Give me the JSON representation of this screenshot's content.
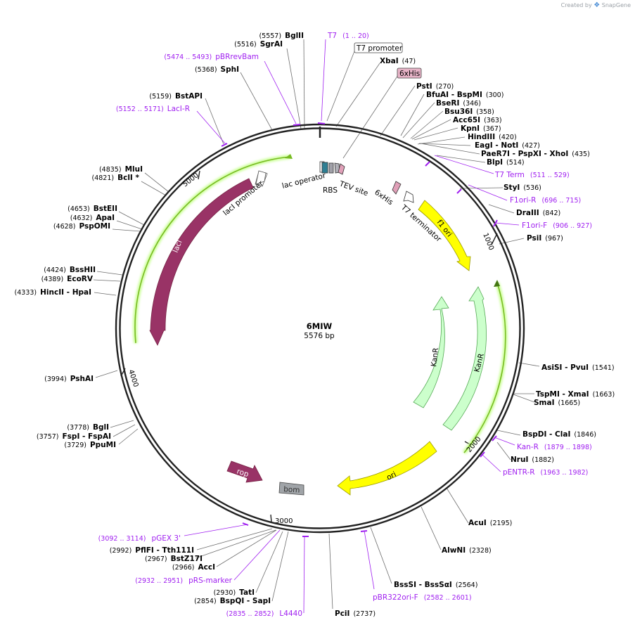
{
  "brand": {
    "text": "Created by",
    "logo": "SnapGene",
    "logo_icon": "snapgene-logo-icon"
  },
  "plasmid": {
    "name": "6MIW",
    "size_label": "5576 bp"
  },
  "ticks": [
    {
      "label": "1000"
    },
    {
      "label": "2000"
    },
    {
      "label": "3000"
    },
    {
      "label": "4000"
    },
    {
      "label": "5000"
    }
  ],
  "sites": [
    {
      "pos": "(5557)",
      "name": "BglII"
    },
    {
      "pos": "(5516)",
      "name": "SgrAI"
    },
    {
      "pos": "(5368)",
      "name": "SphI"
    },
    {
      "pos": "(5159)",
      "name": "BstAPI"
    },
    {
      "pos": "(4835)",
      "name": "MluI"
    },
    {
      "pos": "(4821)",
      "name": "BclI *"
    },
    {
      "pos": "(4653)",
      "name": "BstEII"
    },
    {
      "pos": "(4632)",
      "name": "ApaI"
    },
    {
      "pos": "(4628)",
      "name": "PspOMI"
    },
    {
      "pos": "(4424)",
      "name": "BssHII"
    },
    {
      "pos": "(4389)",
      "name": "EcoRV"
    },
    {
      "pos": "(4333)",
      "name": "HincII  - HpaI"
    },
    {
      "pos": "(3994)",
      "name": "PshAI"
    },
    {
      "pos": "(3778)",
      "name": "BglI"
    },
    {
      "pos": "(3757)",
      "name": "FspI  - FspAI"
    },
    {
      "pos": "(3729)",
      "name": "PpuMI"
    },
    {
      "pos": "(2992)",
      "name": "PflFI  - Tth111I"
    },
    {
      "pos": "(2967)",
      "name": "BstZ17I"
    },
    {
      "pos": "(2966)",
      "name": "AccI"
    },
    {
      "pos": "(2930)",
      "name": "TatI"
    },
    {
      "pos": "(2854)",
      "name": "BspQI  - SapI"
    },
    {
      "pos": "(2737)",
      "name": "PciI"
    },
    {
      "pos": "(2564)",
      "name": "BssSI  - BssSαI"
    },
    {
      "pos": "(2328)",
      "name": "AlwNI"
    },
    {
      "pos": "(2195)",
      "name": "AcuI"
    },
    {
      "pos": "(1882)",
      "name": "NruI"
    },
    {
      "pos": "(1846)",
      "name": "BspDI  - ClaI"
    },
    {
      "pos": "(1665)",
      "name": "SmaI"
    },
    {
      "pos": "(1663)",
      "name": "TspMI  - XmaI"
    },
    {
      "pos": "(1541)",
      "name": "AsiSI  - PvuI"
    },
    {
      "pos": "(967)",
      "name": "PsiI"
    },
    {
      "pos": "(842)",
      "name": "DraIII"
    },
    {
      "pos": "(536)",
      "name": "StyI"
    },
    {
      "pos": "(514)",
      "name": "BlpI"
    },
    {
      "pos": "(435)",
      "name": "PaeR7I  - PspXI  - XhoI"
    },
    {
      "pos": "(427)",
      "name": "EagI  - NotI"
    },
    {
      "pos": "(420)",
      "name": "HindIII"
    },
    {
      "pos": "(367)",
      "name": "KpnI"
    },
    {
      "pos": "(363)",
      "name": "Acc65I"
    },
    {
      "pos": "(358)",
      "name": "Bsu36I"
    },
    {
      "pos": "(346)",
      "name": "BseRI"
    },
    {
      "pos": "(300)",
      "name": "BfuAI  - BspMI"
    },
    {
      "pos": "(270)",
      "name": "PstI"
    },
    {
      "pos": "(47)",
      "name": "XbaI"
    }
  ],
  "primers": [
    {
      "range": "(1 .. 20)",
      "name": "T7"
    },
    {
      "range": "(5474 .. 5493)",
      "name": "pBRrevBam"
    },
    {
      "range": "(5152 .. 5171)",
      "name": "LacI-R"
    },
    {
      "range": "(511 .. 529)",
      "name": "T7 Term"
    },
    {
      "range": "(696 .. 715)",
      "name": "F1ori-R"
    },
    {
      "range": "(906 .. 927)",
      "name": "F1ori-F"
    },
    {
      "range": "(1879 .. 1898)",
      "name": "Kan-R"
    },
    {
      "range": "(1963 .. 1982)",
      "name": "pENTR-R"
    },
    {
      "range": "(2582 .. 2601)",
      "name": "pBR322ori-F"
    },
    {
      "range": "(2835 .. 2852)",
      "name": "L4440"
    },
    {
      "range": "(2932 .. 2951)",
      "name": "pRS-marker"
    },
    {
      "range": "(3092 .. 3114)",
      "name": "pGEX 3'"
    }
  ],
  "boxed_features": {
    "t7_promoter": "T7 promoter",
    "his_tag": "6xHis"
  },
  "features": {
    "lac_operator": "lac operator",
    "rbs": "RBS",
    "tev_site": "TEV site",
    "his": "6xHis",
    "t7_terminator": "T7 terminator",
    "laci_promoter": "lacI promoter",
    "laci": "lacI",
    "f1_ori": "f1 ori",
    "kanr_1": "KanR",
    "kanr_2": "KanR",
    "ori": "ori",
    "rop": "rop",
    "bom": "bom"
  },
  "colors": {
    "backbone": "#222222",
    "primer": "#a020f0",
    "laci": "#993366",
    "f1_ori": "#ffff00",
    "kanr": "#ccffcc",
    "orf_line": "#77bb22",
    "lac_operator": "#3399aa",
    "tev": "#a0a0a0",
    "his": "#e0a0b8",
    "bom": "#a0a4a8"
  }
}
